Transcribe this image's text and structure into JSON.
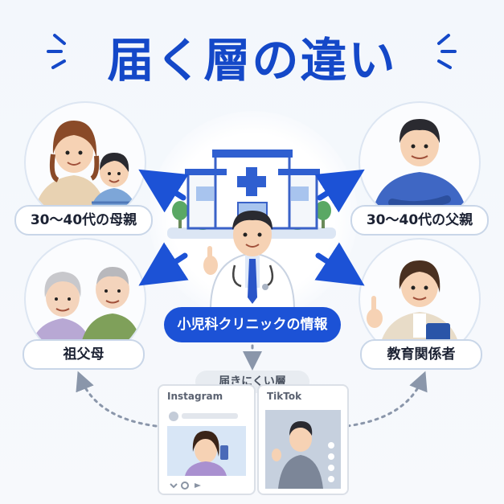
{
  "title": "届く層の違い",
  "center": {
    "label": "小児科クリニックの情報"
  },
  "audiences": {
    "mother": "30〜40代の母親",
    "father": "30〜40代の父親",
    "grandparents": "祖父母",
    "educators": "教育関係者"
  },
  "hard_to_reach": {
    "label": "届きにくい層",
    "platforms": [
      {
        "name": "Instagram"
      },
      {
        "name": "TikTok"
      }
    ]
  },
  "colors": {
    "accent": "#1c52d6",
    "title": "#1448c8",
    "arrow": "#1c52d6",
    "dotted": "#8a96aa"
  }
}
